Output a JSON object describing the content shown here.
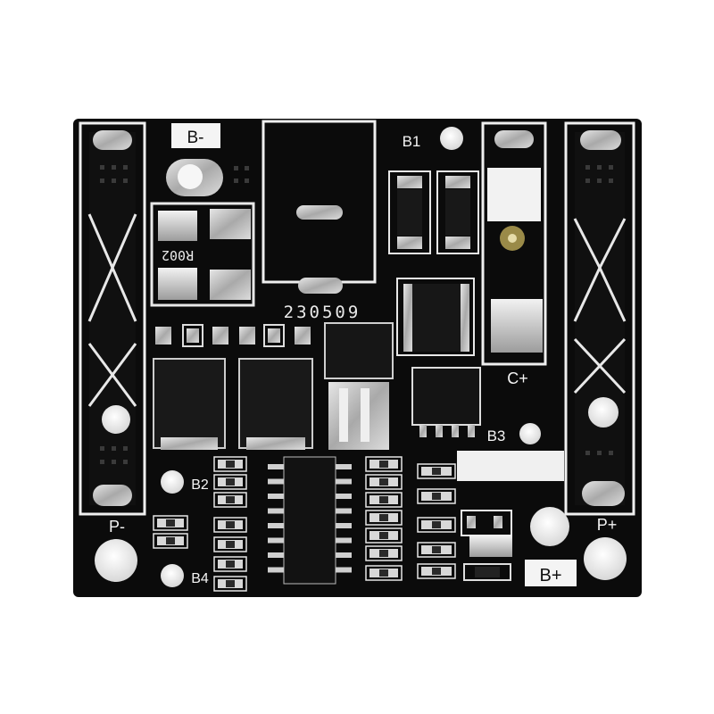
{
  "board": {
    "date_code": "230509",
    "resistor_code": "R002",
    "labels": {
      "b_minus": "B-",
      "b1": "B1",
      "b2": "B2",
      "b3": "B3",
      "b4": "B4",
      "c_plus": "C+",
      "p_minus": "P-",
      "p_plus": "P+",
      "b_plus": "B+"
    }
  },
  "colors": {
    "pcb": "#0b0b0b",
    "silkscreen": "#f2f2f2",
    "pad_metal": "#c9c9c9",
    "background": "#ffffff"
  }
}
